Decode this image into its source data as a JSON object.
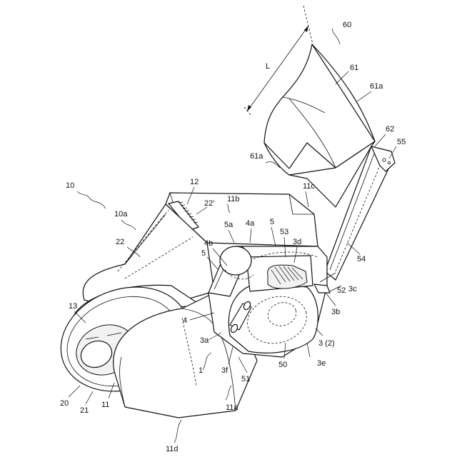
{
  "labels": {
    "l10": "10",
    "l10a": "10a",
    "l60": "60",
    "lL": "L",
    "l61": "61",
    "l61a_top": "61a",
    "l61a_left": "61a",
    "l62": "62",
    "l55": "55",
    "l12": "12",
    "l22p": "22’",
    "l11b": "11b",
    "l11c": "11c",
    "l22": "22",
    "l5a": "5a",
    "l4a": "4a",
    "l5_top": "5",
    "l53": "53",
    "l3d": "3d",
    "l4b": "4b",
    "l5_left": "5",
    "l13": "13",
    "l4": "4",
    "l3a": "3a",
    "l1": "1",
    "l3f": "3f",
    "l51": "51",
    "l50": "50",
    "l3b": "3b",
    "l52": "52",
    "l3c": "3c",
    "l54": "54",
    "l3e": "3e",
    "l3_2": "3 (2)",
    "l20": "20",
    "l21": "21",
    "l11": "11",
    "l11a": "11a",
    "l11d": "11d"
  }
}
